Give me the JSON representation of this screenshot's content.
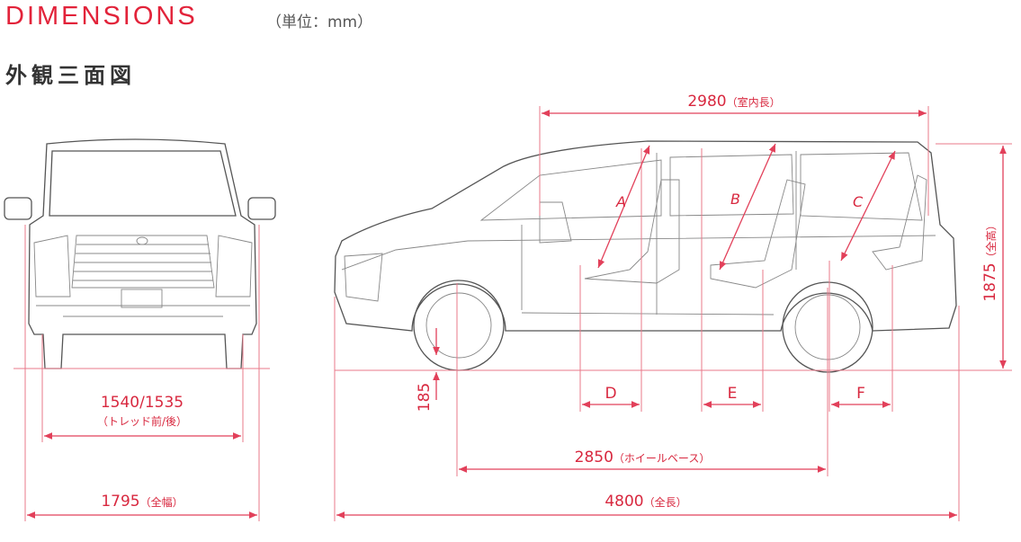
{
  "header": {
    "title": "DIMENSIONS",
    "unit": "（単位：mm）",
    "subtitle": "外観三面図"
  },
  "dimensions": {
    "tread": {
      "value": "1540/1535",
      "label": "（トレッド前/後）"
    },
    "width": {
      "value": "1795",
      "label": "（全幅）"
    },
    "ground_clearance": {
      "value": "185"
    },
    "wheelbase": {
      "value": "2850",
      "label": "（ホイールベース）"
    },
    "length": {
      "value": "4800",
      "label": "（全長）"
    },
    "interior_length": {
      "value": "2980",
      "label": "（室内長）"
    },
    "height": {
      "value": "1875",
      "label": "（全高）"
    },
    "markers": [
      "A",
      "B",
      "C",
      "D",
      "E",
      "F"
    ]
  },
  "colors": {
    "accent": "#e2233a",
    "line": "#555555"
  }
}
